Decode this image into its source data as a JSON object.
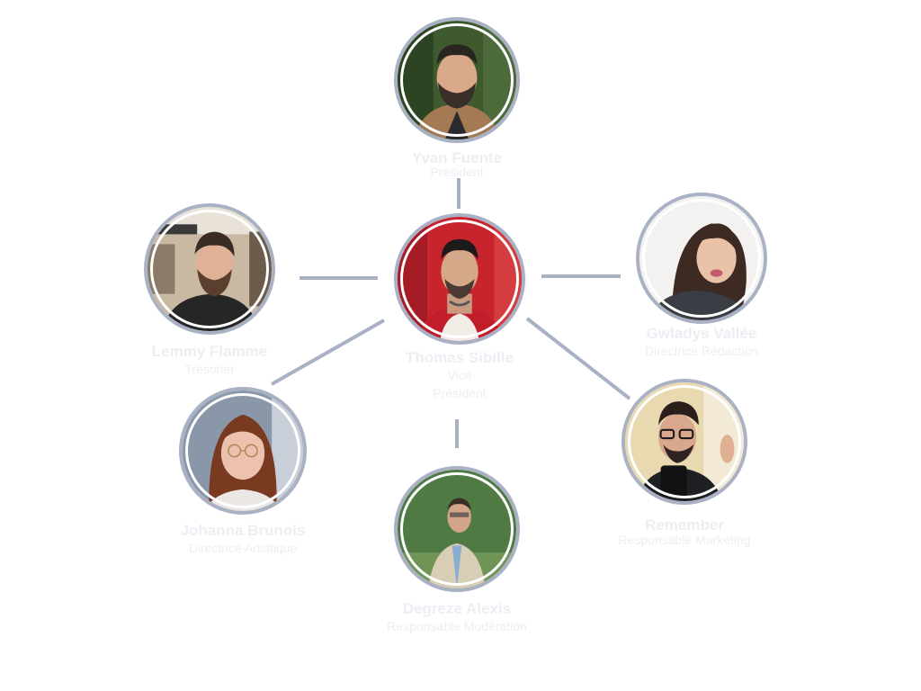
{
  "members": {
    "yvan": {
      "name": "Yvan Fuente",
      "role": "Président",
      "photo": "portrait-photo-yvan"
    },
    "lemmy": {
      "name": "Lemmy Flamme",
      "role": "Trésorier",
      "photo": "portrait-photo-lemmy"
    },
    "thomas": {
      "name": "Thomas Sibille",
      "role": "Vice Président",
      "photo": "portrait-photo-thomas"
    },
    "gwladys": {
      "name": "Gwladys Vallée",
      "role": "Directrice Rédaction",
      "photo": "portrait-photo-gwladys"
    },
    "johanna": {
      "name": "Johanna Brunois",
      "role": "Directrice Artistique",
      "photo": "portrait-photo-johanna"
    },
    "remember": {
      "name": "Remember",
      "role": "Responsable Marketing",
      "photo": "portrait-photo-remember"
    },
    "degreze": {
      "name": "Degreze Alexis",
      "role": "Responsable Modération",
      "photo": "portrait-photo-degreze"
    }
  },
  "colors": {
    "ring": "#a9b1c4",
    "connector": "#a9b1c4",
    "label_text": "#eceef3"
  }
}
